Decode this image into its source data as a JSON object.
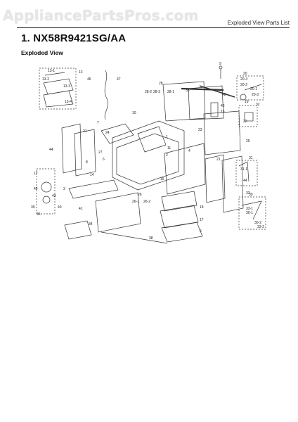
{
  "watermark": "AppliancePartsPros.com",
  "header_note": "Exploded View Parts List",
  "title": "1.  NX58R9421SG/AA",
  "section_label": "Exploded View",
  "callouts": [
    {
      "id": "c13",
      "text": "13"
    },
    {
      "id": "c13_1",
      "text": "13-1"
    },
    {
      "id": "c13_2",
      "text": "13-2"
    },
    {
      "id": "c13_3",
      "text": "13-3"
    },
    {
      "id": "c13_4",
      "text": "13-4"
    },
    {
      "id": "c46",
      "text": "46"
    },
    {
      "id": "c47",
      "text": "47"
    },
    {
      "id": "c9",
      "text": "9"
    },
    {
      "id": "c28",
      "text": "28"
    },
    {
      "id": "c28_2",
      "text": "28-2"
    },
    {
      "id": "c28_3",
      "text": "28-3"
    },
    {
      "id": "c28_1",
      "text": "28-1"
    },
    {
      "id": "c35",
      "text": "35"
    },
    {
      "id": "c48",
      "text": "48"
    },
    {
      "id": "c20",
      "text": "20"
    },
    {
      "id": "c20_4",
      "text": "20-4"
    },
    {
      "id": "c20_2",
      "text": "20-2"
    },
    {
      "id": "c20_1",
      "text": "20-1"
    },
    {
      "id": "c20_3",
      "text": "20-3"
    },
    {
      "id": "c19",
      "text": "19"
    },
    {
      "id": "c42",
      "text": "42"
    },
    {
      "id": "c16",
      "text": "16"
    },
    {
      "id": "c32",
      "text": "32"
    },
    {
      "id": "c10",
      "text": "10"
    },
    {
      "id": "c7",
      "text": "7"
    },
    {
      "id": "c24",
      "text": "24"
    },
    {
      "id": "c21a",
      "text": "21"
    },
    {
      "id": "c21b",
      "text": "21"
    },
    {
      "id": "c44a",
      "text": "44"
    },
    {
      "id": "c44b",
      "text": "44"
    },
    {
      "id": "c27",
      "text": "27"
    },
    {
      "id": "c11",
      "text": "11"
    },
    {
      "id": "c1",
      "text": "1"
    },
    {
      "id": "c2",
      "text": "2"
    },
    {
      "id": "c4",
      "text": "4"
    },
    {
      "id": "c8",
      "text": "8"
    },
    {
      "id": "c23",
      "text": "23"
    },
    {
      "id": "c22",
      "text": "22"
    },
    {
      "id": "c25",
      "text": "25"
    },
    {
      "id": "c33",
      "text": "33"
    },
    {
      "id": "c33_1",
      "text": "33-1"
    },
    {
      "id": "c33_2",
      "text": "33-2"
    },
    {
      "id": "c6",
      "text": "6"
    },
    {
      "id": "c15",
      "text": "15"
    },
    {
      "id": "c14",
      "text": "14"
    },
    {
      "id": "c12",
      "text": "12"
    },
    {
      "id": "c49",
      "text": "49"
    },
    {
      "id": "c3",
      "text": "3"
    },
    {
      "id": "c26",
      "text": "26"
    },
    {
      "id": "c26_1",
      "text": "26-1"
    },
    {
      "id": "c26_2",
      "text": "26-2"
    },
    {
      "id": "c18",
      "text": "18"
    },
    {
      "id": "c17",
      "text": "17"
    },
    {
      "id": "c5",
      "text": "5"
    },
    {
      "id": "c39",
      "text": "39"
    },
    {
      "id": "c40",
      "text": "40"
    },
    {
      "id": "c41",
      "text": "41"
    },
    {
      "id": "c34",
      "text": "34"
    },
    {
      "id": "c38",
      "text": "38"
    },
    {
      "id": "c31",
      "text": "31"
    },
    {
      "id": "c31_1",
      "text": "31-1"
    },
    {
      "id": "c30",
      "text": "30"
    },
    {
      "id": "c30_1",
      "text": "30-1"
    },
    {
      "id": "c30_2",
      "text": "30-2"
    },
    {
      "id": "c45",
      "text": "45"
    },
    {
      "id": "c43",
      "text": "43"
    }
  ]
}
